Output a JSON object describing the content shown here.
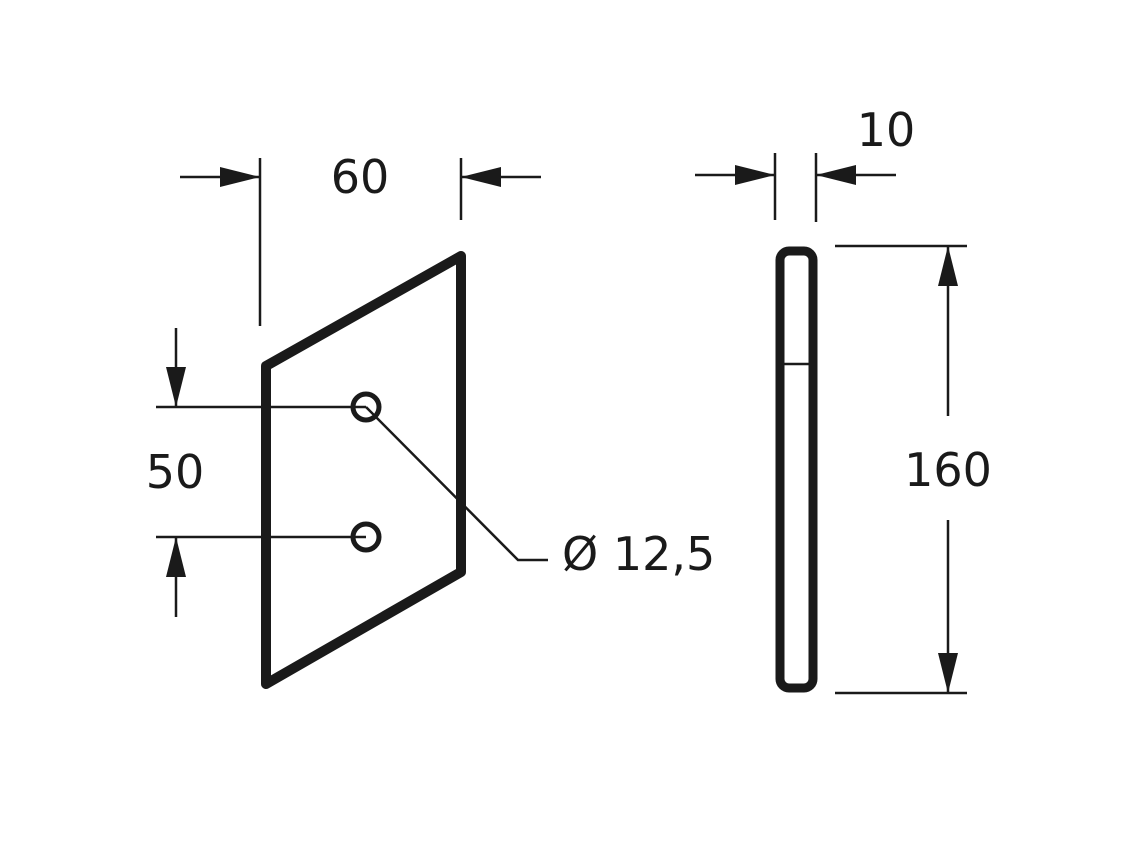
{
  "drawing": {
    "line_color": "#1a1a1a",
    "background": "#ffffff",
    "dimensions": {
      "width": "60",
      "thickness": "10",
      "height": "160",
      "hole_spacing": "50",
      "hole_diameter": "Ø 12,5"
    }
  }
}
